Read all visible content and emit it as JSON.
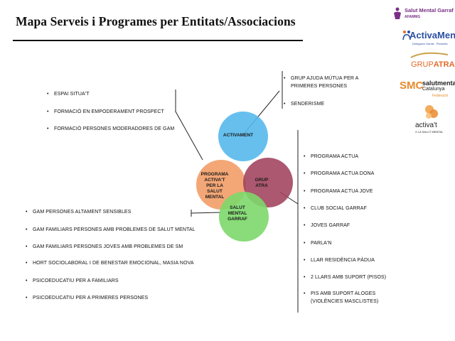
{
  "title": "Mapa Serveis i Programes per Entitats/Associacions",
  "bubbles": {
    "activament": "ACTIVAMENT",
    "programa": "PROGRAMA ACTIVA'T PER LA SALUT MENTAL",
    "grup_atra": "GRUP ATRA",
    "salut_mental_garraf": "SALUT MENTAL GARRAF"
  },
  "lists": {
    "activament": [
      "GRUP AJUDA MÚTUA PER A PRIMERES PERSONES",
      "SENDERISME"
    ],
    "programa": [
      "ESPAI SITUA'T",
      "FORMACIÓ EN EMPODERAMENT PROSPECT",
      "FORMACIÓ PERSONES MODERADORES DE GAM"
    ],
    "grup_atra": [
      "PROGRAMA ACTUA",
      "PROGRAMA ACTUA DONA",
      "PROGRAMA ACTUA JOVE",
      "CLUB SOCIAL GARRAF",
      "JOVES GARRAF",
      "PARLA'N",
      "LLAR RESIDÈNCIA PÀDUA",
      "2 LLARS AMB SUPORT (PISOS)",
      "PIS AMB SUPORT ALOGES (VIOLÈNCIES MASCLISTES)"
    ],
    "salut_mental_garraf": [
      "GAM PERSONES ALTAMENT SENSIBLES",
      "GAM FAMILIARS PERSONES AMB PROBLEMES DE SALUT MENTAL",
      "GAM FAMILIARS PERSONES JOVES AMB PROBLEMES DE SM",
      "HORT SOCIOLABORAL I DE BENESTAR EMOCIONAL, MASIA NOVA",
      "PSICOEDUCATIU PER A FAMILIARS",
      "PSICOEDUCATIU PER A PRIMERES PERSONES"
    ]
  },
  "logos": {
    "smg_line1": "Salut Mental Garraf",
    "smg_line2": "AFAMMG",
    "activament_name": "ActivaMent",
    "activament_sub": "Delegació Garraf - Penedès",
    "grupatra_a": "GRUP",
    "grupatra_b": "ATRA",
    "smc_mark": "SMC",
    "smc_name": "salutmental",
    "smc_region": "Catalunya",
    "smc_sub": "Federació",
    "activat_name": "activa't",
    "activat_sub": "X LA SALUT MENTAL"
  },
  "colors": {
    "activament": "#56B8EC",
    "programa": "#F2A06A",
    "grup_atra": "#A0415C",
    "salut_mental_garraf": "#7CD86A",
    "title_rule": "#111111",
    "smg_logo": "#7A2F86",
    "activament_logo": "#2B4FA3",
    "grupatra_logo": "#E06B2C",
    "smc_logo": "#E98A2C",
    "activat_logo": "#E98A2C"
  }
}
